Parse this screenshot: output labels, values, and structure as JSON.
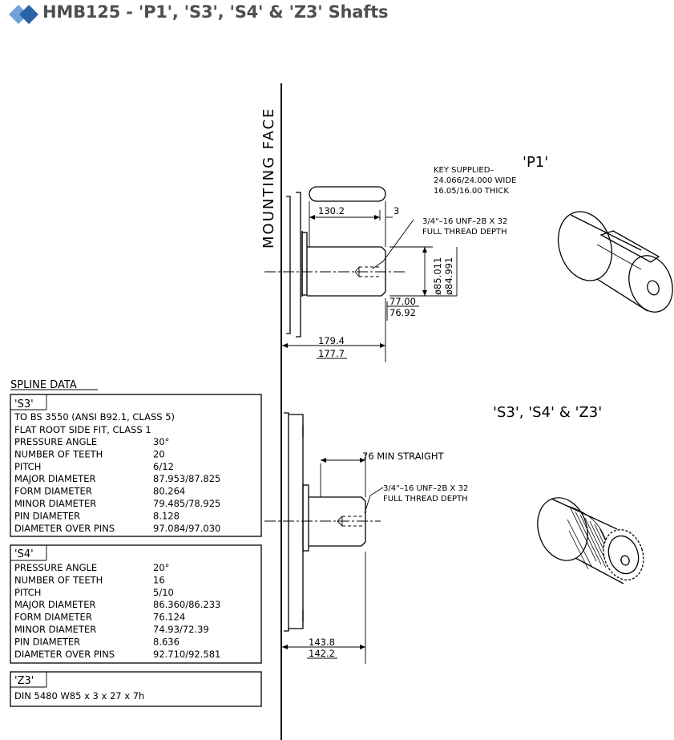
{
  "title": "HMB125 - 'P1', 'S3', 'S4' & 'Z3' Shafts",
  "colors": {
    "logo_dark": "#2a64a8",
    "logo_light": "#6ea3d8",
    "title": "#4f4f4f"
  },
  "mounting_face": "MOUNTING FACE",
  "p1": {
    "label": "'P1'",
    "key_line1": "KEY SUPPLIED–",
    "key_line2": "24.066/24.000 WIDE",
    "key_line3": "16.05/16.00 THICK",
    "dim_key_length": "130.2",
    "dim_key_offset": "3",
    "thread_line1": "3/4\"–16 UNF–2B X 32",
    "thread_line2": "FULL THREAD DEPTH",
    "dia_upper": "ø85.011",
    "dia_lower": "ø84.991",
    "len_shaft_upper": "77.00",
    "len_shaft_lower": "76.92",
    "len_total_upper": "179.4",
    "len_total_lower": "177.7"
  },
  "s_group": {
    "label": "'S3', 'S4' & 'Z3'",
    "min_straight": "76 MIN STRAIGHT",
    "thread_line1": "3/4\"–16 UNF–2B X 32",
    "thread_line2": "FULL THREAD DEPTH",
    "len_total_upper": "143.8",
    "len_total_lower": "142.2"
  },
  "spline_heading": "SPLINE DATA",
  "s3": {
    "title": "'S3'",
    "line1": "TO BS 3550 (ANSI B92.1, CLASS 5)",
    "line2": "FLAT ROOT SIDE FIT, CLASS 1",
    "rows": [
      {
        "label": "PRESSURE ANGLE",
        "value": "30°"
      },
      {
        "label": "NUMBER OF TEETH",
        "value": "20"
      },
      {
        "label": "PITCH",
        "value": "6/12"
      },
      {
        "label": "MAJOR DIAMETER",
        "value": "87.953/87.825"
      },
      {
        "label": "FORM DIAMETER",
        "value": "80.264"
      },
      {
        "label": "MINOR DIAMETER",
        "value": "79.485/78.925"
      },
      {
        "label": "PIN DIAMETER",
        "value": "8.128"
      },
      {
        "label": "DIAMETER OVER PINS",
        "value": "97.084/97.030"
      }
    ]
  },
  "s4": {
    "title": "'S4'",
    "rows": [
      {
        "label": "PRESSURE ANGLE",
        "value": "20°"
      },
      {
        "label": "NUMBER OF TEETH",
        "value": "16"
      },
      {
        "label": "PITCH",
        "value": "5/10"
      },
      {
        "label": "MAJOR DIAMETER",
        "value": "86.360/86.233"
      },
      {
        "label": "FORM DIAMETER",
        "value": "76.124"
      },
      {
        "label": "MINOR DIAMETER",
        "value": "74.93/72.39"
      },
      {
        "label": "PIN DIAMETER",
        "value": "8.636"
      },
      {
        "label": "DIAMETER OVER PINS",
        "value": "92.710/92.581"
      }
    ]
  },
  "z3": {
    "title": "'Z3'",
    "line1": "DIN 5480 W85 x 3 x 27 x 7h"
  }
}
